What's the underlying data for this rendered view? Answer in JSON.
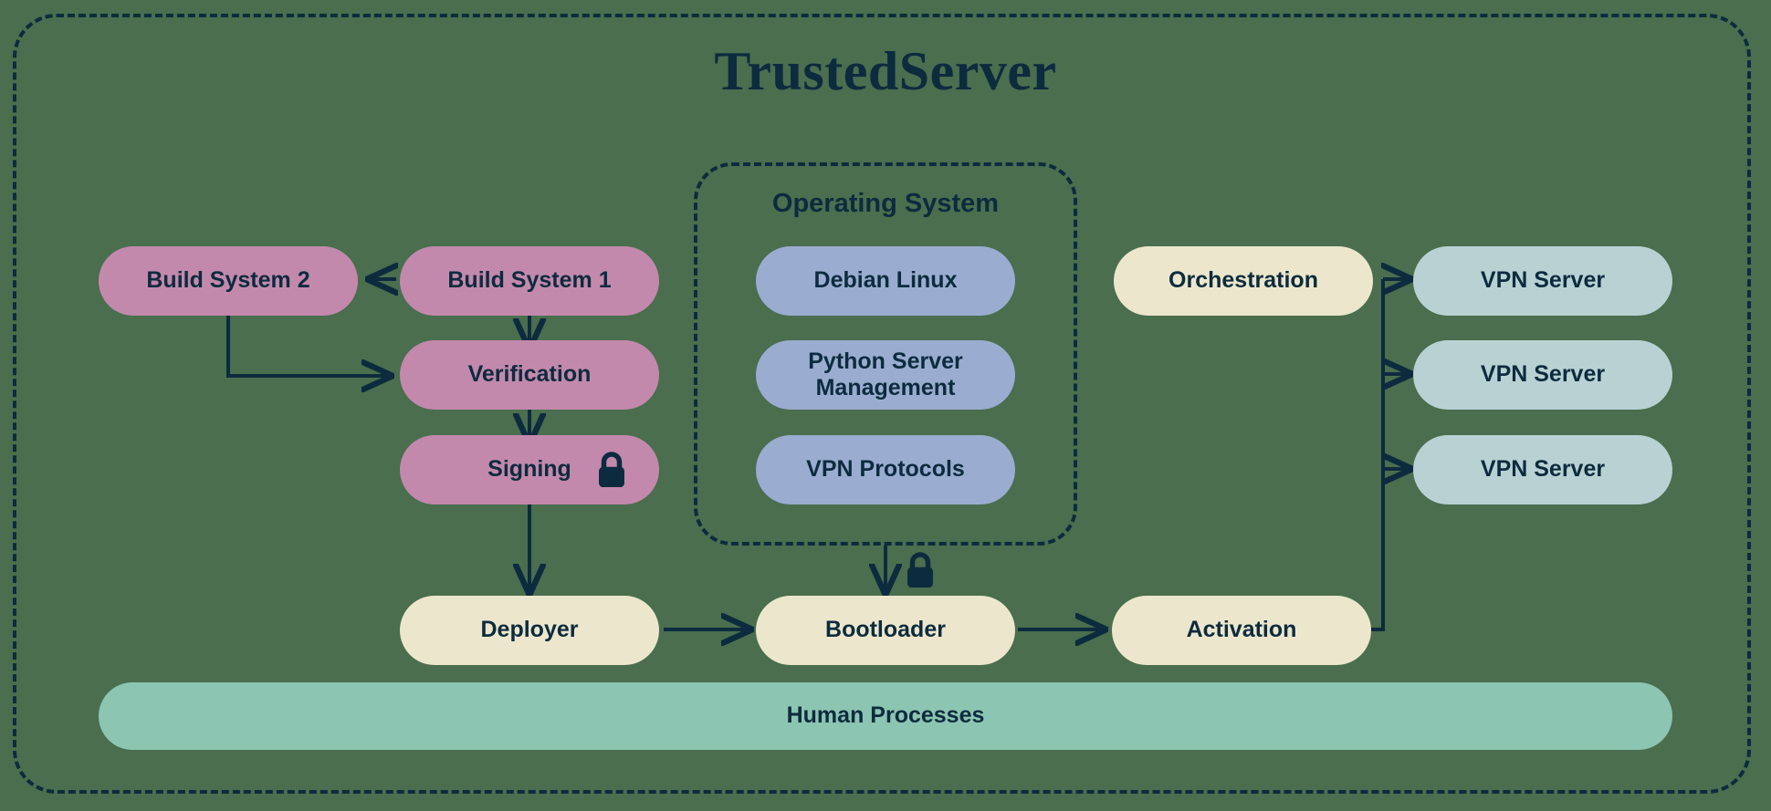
{
  "diagram": {
    "title": "TrustedServer",
    "background_color": "#4a6e4e",
    "line_color": "#0d2b3e",
    "text_color": "#0d2b3e"
  },
  "groups": {
    "operating_system": {
      "label": "Operating System",
      "border_style": "dashed",
      "items": [
        {
          "label": "Debian Linux",
          "color": "#9aadd0"
        },
        {
          "label": "Python Server Management",
          "color": "#9aadd0"
        },
        {
          "label": "VPN Protocols",
          "color": "#9aadd0"
        }
      ]
    }
  },
  "nodes": {
    "build_system_2": {
      "label": "Build System 2",
      "color": "#c389ad"
    },
    "build_system_1": {
      "label": "Build System 1",
      "color": "#c389ad"
    },
    "verification": {
      "label": "Verification",
      "color": "#c389ad"
    },
    "signing": {
      "label": "Signing",
      "color": "#c389ad",
      "icon": "lock-icon"
    },
    "debian_linux": {
      "label": "Debian Linux",
      "color": "#9aadd0"
    },
    "python_server_management": {
      "label": "Python Server Management",
      "color": "#9aadd0"
    },
    "vpn_protocols": {
      "label": "VPN Protocols",
      "color": "#9aadd0"
    },
    "orchestration": {
      "label": "Orchestration",
      "color": "#ece7cc"
    },
    "vpn_server_1": {
      "label": "VPN Server",
      "color": "#b8d2d4"
    },
    "vpn_server_2": {
      "label": "VPN Server",
      "color": "#b8d2d4"
    },
    "vpn_server_3": {
      "label": "VPN Server",
      "color": "#b8d2d4"
    },
    "deployer": {
      "label": "Deployer",
      "color": "#ece7cc"
    },
    "bootloader": {
      "label": "Bootloader",
      "color": "#ece7cc"
    },
    "activation": {
      "label": "Activation",
      "color": "#ece7cc"
    },
    "human_processes": {
      "label": "Human Processes",
      "color": "#8cc5b2"
    }
  },
  "icons": {
    "signing_lock": "lock-icon",
    "bootloader_lock": "lock-icon"
  },
  "edges": [
    {
      "from": "build_system_1",
      "to": "build_system_2",
      "style": "arrow"
    },
    {
      "from": "build_system_1",
      "to": "verification",
      "style": "arrow"
    },
    {
      "from": "build_system_2",
      "to": "verification",
      "style": "elbow-arrow"
    },
    {
      "from": "verification",
      "to": "signing",
      "style": "arrow"
    },
    {
      "from": "signing",
      "to": "deployer",
      "style": "arrow"
    },
    {
      "from": "operating_system",
      "to": "bootloader",
      "style": "arrow",
      "icon": "lock-icon"
    },
    {
      "from": "deployer",
      "to": "bootloader",
      "style": "arrow"
    },
    {
      "from": "bootloader",
      "to": "activation",
      "style": "arrow"
    },
    {
      "from": "orchestration",
      "to": "vpn_server_1",
      "style": "branch-arrow"
    },
    {
      "from": "orchestration",
      "to": "vpn_server_2",
      "style": "branch-arrow"
    },
    {
      "from": "orchestration",
      "to": "vpn_server_3",
      "style": "branch-arrow"
    },
    {
      "from": "orchestration",
      "to": "activation",
      "style": "elbow"
    }
  ]
}
